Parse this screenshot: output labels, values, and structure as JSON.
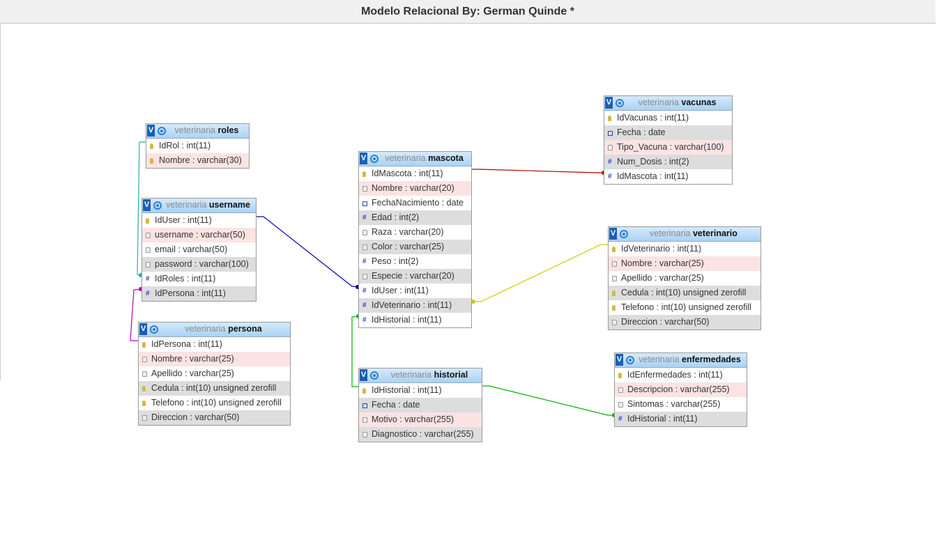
{
  "title": "Modelo Relacional By: German Quinde *",
  "db_prefix": "veterinaria",
  "badge": "V",
  "tables": {
    "roles": {
      "name": "roles",
      "columns": [
        "IdRol : int(11)",
        "Nombre : varchar(30)"
      ]
    },
    "username": {
      "name": "username",
      "columns": [
        "IdUser : int(11)",
        "username : varchar(50)",
        "email : varchar(50)",
        "password : varchar(100)",
        "IdRoles : int(11)",
        "IdPersona : int(11)"
      ]
    },
    "persona": {
      "name": "persona",
      "columns": [
        "IdPersona : int(11)",
        "Nombre : varchar(25)",
        "Apellido : varchar(25)",
        "Cedula : int(10) unsigned zerofill",
        "Telefono : int(10) unsigned zerofill",
        "Direccion : varchar(50)"
      ]
    },
    "mascota": {
      "name": "mascota",
      "columns": [
        "IdMascota : int(11)",
        "Nombre : varchar(20)",
        "FechaNacimiento : date",
        "Edad : int(2)",
        "Raza : varchar(20)",
        "Color : varchar(25)",
        "Peso : int(2)",
        "Especie : varchar(20)",
        "IdUser : int(11)",
        "IdVeterinario : int(11)",
        "IdHistorial : int(11)"
      ]
    },
    "historial": {
      "name": "historial",
      "columns": [
        "IdHistorial : int(11)",
        "Fecha : date",
        "Motivo : varchar(255)",
        "Diagnostico : varchar(255)"
      ]
    },
    "vacunas": {
      "name": "vacunas",
      "columns": [
        "IdVacunas : int(11)",
        "Fecha : date",
        "Tipo_Vacuna : varchar(100)",
        "Num_Dosis : int(2)",
        "IdMascota : int(11)"
      ]
    },
    "veterinario": {
      "name": "veterinario",
      "columns": [
        "IdVeterinario : int(11)",
        "Nombre : varchar(25)",
        "Apellido : varchar(25)",
        "Cedula : int(10) unsigned zerofill",
        "Telefono : int(10) unsigned zerofill",
        "Direccion : varchar(50)"
      ]
    },
    "enfermedades": {
      "name": "enfermedades",
      "columns": [
        "IdEnfermedades : int(11)",
        "Descripcion : varchar(255)",
        "Sintomas : varchar(255)",
        "IdHistorial : int(11)"
      ]
    }
  },
  "relation_colors": {
    "roles_username": "#20b2aa",
    "persona_username": "#b000b0",
    "username_mascota": "#0000b0",
    "vacunas_mascota": "#b00000",
    "veterinario_mascota": "#cccc00",
    "historial_mascota": "#00b000",
    "enfermedades_historial": "#00b000"
  }
}
